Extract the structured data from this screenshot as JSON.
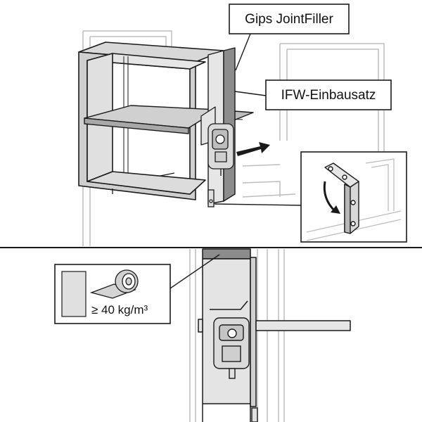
{
  "labels": {
    "joint_filler": "Gips JointFiller",
    "installation_set": "IFW-Einbausatz",
    "density": "≥ 40 kg/m³"
  },
  "colors": {
    "line": "#1a1a1a",
    "frame_fill": "#c9c9c9",
    "frame_dark": "#8a8a8a",
    "wall_line": "#bdbdbd",
    "filler_fill": "#8c8c8c"
  },
  "icons": [
    "arrow-right-icon",
    "rotate-arrow-icon",
    "mineral-wool-roll-icon",
    "mounting-bracket-icon"
  ]
}
